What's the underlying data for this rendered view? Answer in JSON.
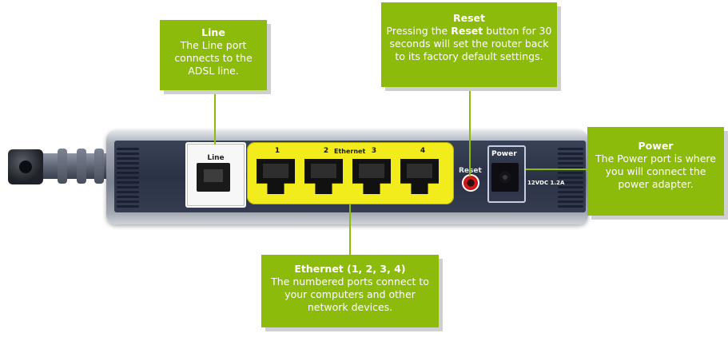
{
  "router": {
    "line_port_label": "Line",
    "ethernet_label": "Ethernet",
    "port_numbers": [
      "1",
      "2",
      "3",
      "4"
    ],
    "reset_label": "Reset",
    "power_label": "Power",
    "voltage_label": "12VDC 1.2A"
  },
  "callouts": {
    "line": {
      "title": "Line",
      "text": "The Line port connects to the ADSL line."
    },
    "reset": {
      "title": "Reset",
      "text_before": "Pressing the ",
      "text_bold": "Reset",
      "text_after": " button for 30 seconds will set the router back to its factory default settings."
    },
    "power": {
      "title": "Power",
      "text": "The Power port is where you will connect the power adapter."
    },
    "ethernet": {
      "title": "Ethernet (1, 2, 3, 4)",
      "text": "The numbered ports connect to your computers and other network devices."
    }
  },
  "colors": {
    "callout_green": "#8cbb0b",
    "ethernet_yellow": "#f2ec1c",
    "reset_red": "#e21a1a",
    "panel_navy": "#2b3246"
  }
}
